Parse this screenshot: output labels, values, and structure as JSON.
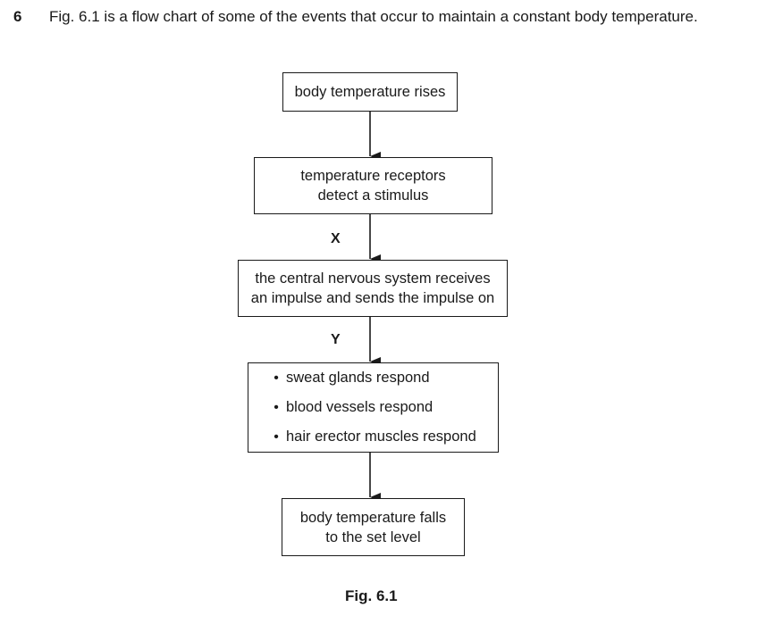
{
  "question": {
    "number": "6",
    "text": "Fig. 6.1 is a flow chart of some of the events that occur to maintain a constant body temperature."
  },
  "flowchart": {
    "box1": {
      "line1": "body temperature rises"
    },
    "box2": {
      "line1": "temperature receptors",
      "line2": "detect a stimulus"
    },
    "label_x": "X",
    "box3": {
      "line1": "the central nervous system receives",
      "line2": "an impulse and sends the impulse on"
    },
    "label_y": "Y",
    "box4": {
      "items": [
        "sweat glands respond",
        "blood vessels respond",
        "hair erector muscles respond"
      ],
      "bullet": "•"
    },
    "box5": {
      "line1": "body temperature falls",
      "line2": "to the set level"
    }
  },
  "caption": "Fig. 6.1"
}
